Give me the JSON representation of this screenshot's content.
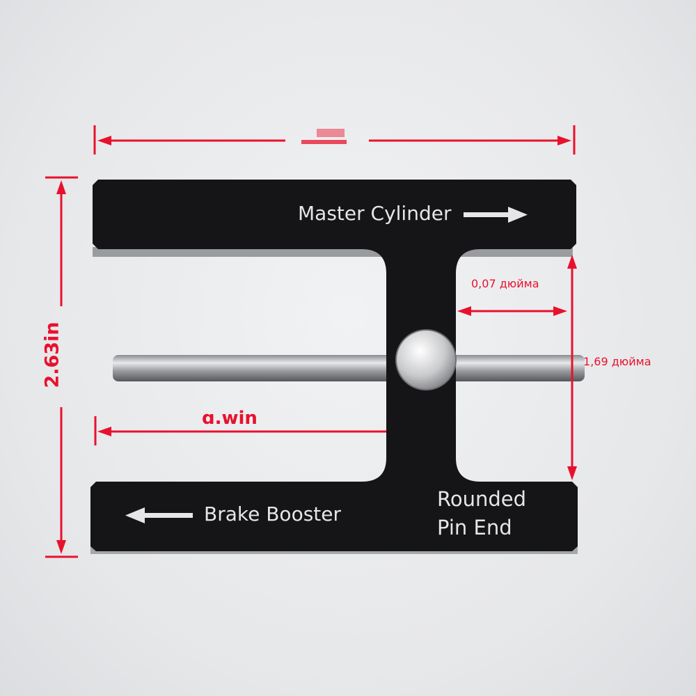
{
  "colors": {
    "annotation": "#e8112d",
    "tool": "#141416",
    "background": "#e8e9eb"
  },
  "engravings": {
    "top": "Master Cylinder",
    "bottom": "Brake Booster",
    "corner_line1": "Rounded",
    "corner_line2": "Pin End"
  },
  "dimensions": {
    "height": "2.63in",
    "gap": "0,07 дюйма",
    "rod": "1,69 дюйма",
    "inner_length": "ɑ.win",
    "top_width_garbled": " "
  }
}
